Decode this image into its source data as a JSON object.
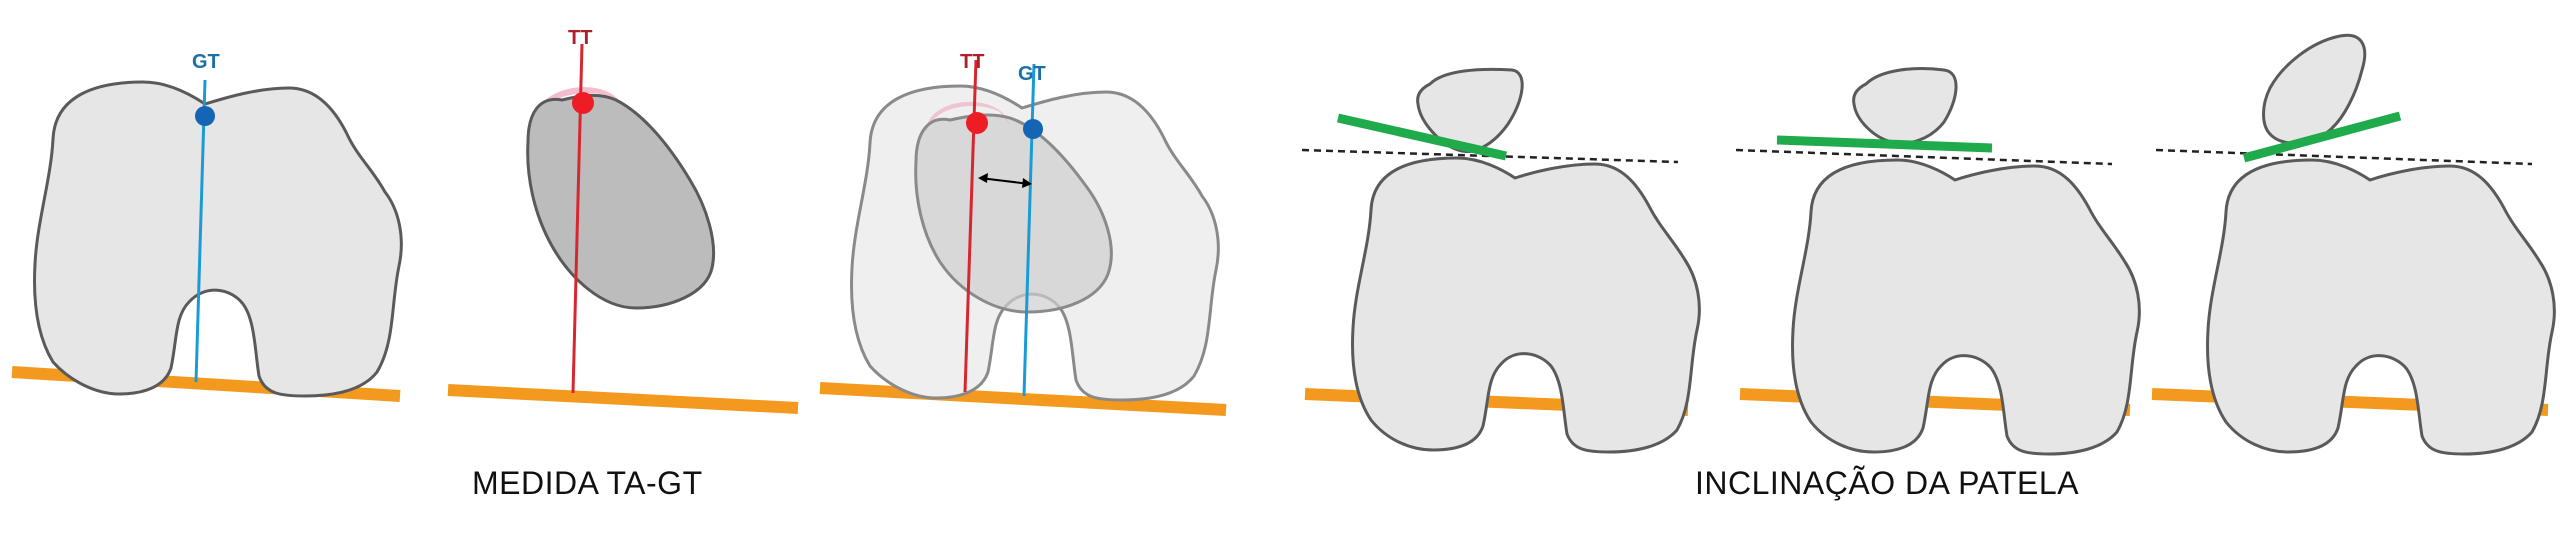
{
  "captions": {
    "measurement": "MEDIDA TA-GT",
    "patella_tilt": "INCLINAÇÃO DA PATELA"
  },
  "labels": {
    "gt": "GT",
    "tt": "TT"
  },
  "colors": {
    "baseline": "#f39a1e",
    "gt_axis": "#1b9bd6",
    "gt_point": "#1466b4",
    "gt_label": "#1d6fa5",
    "tt_axis": "#d62730",
    "tt_point": "#ee1c24",
    "tt_label": "#b01e28",
    "tt_halo": "#ef8fa8",
    "patella_line": "#1faa4b",
    "femur_fill": "#e6e6e6",
    "tibia_fill": "#bcbcbc",
    "outline": "#5a5a5a"
  }
}
